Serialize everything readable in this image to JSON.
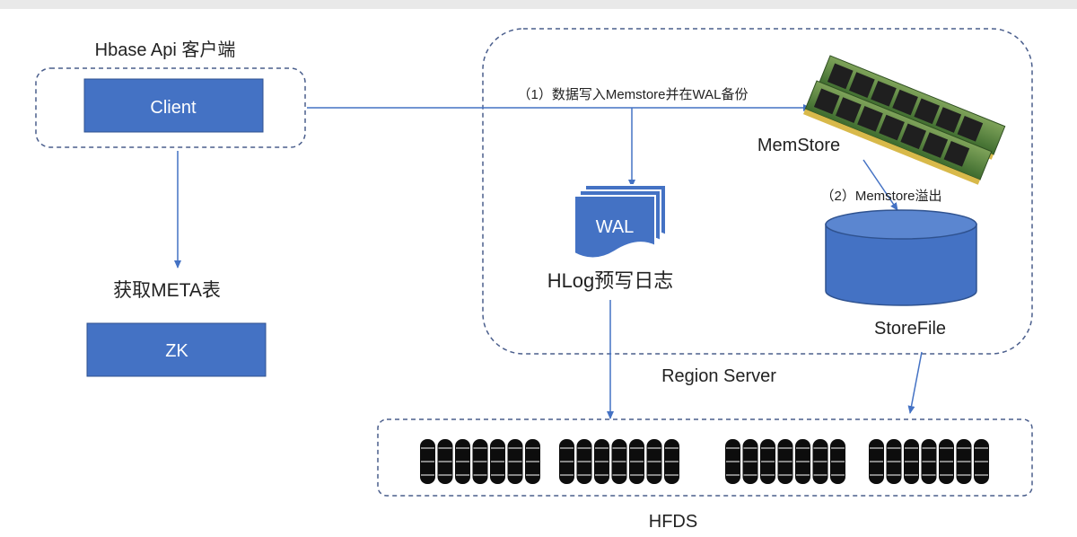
{
  "client_group": {
    "title": "Hbase Api 客户端",
    "client_label": "Client"
  },
  "meta_label": "获取META表",
  "zk_label": "ZK",
  "region_server": {
    "label": "Region Server",
    "step1": "（1）数据写入Memstore并在WAL备份",
    "step2": "（2）Memstore溢出",
    "memstore_label": "MemStore",
    "wal_label": "WAL",
    "hlog_label": "HLog预写日志",
    "storefile_label": "StoreFile"
  },
  "hdfs": {
    "label": "HFDS"
  },
  "colors": {
    "box_blue": "#4472C4",
    "box_border": "#2F528F",
    "dash_border": "#4A5E8C",
    "arrow": "#4472C4"
  }
}
